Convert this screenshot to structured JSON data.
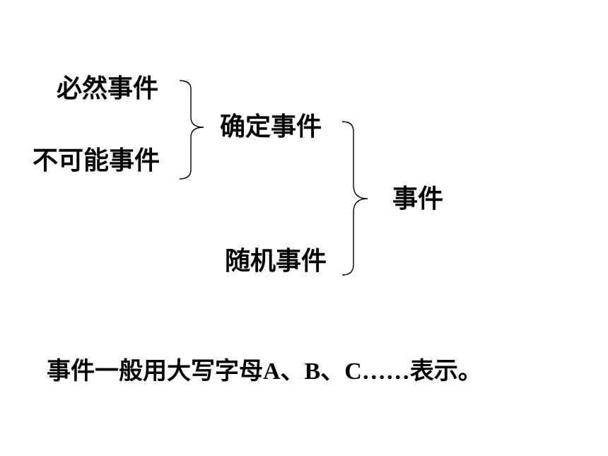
{
  "diagram": {
    "leaf_certain": "必然事件",
    "leaf_impossible": "不可能事件",
    "group_determined": "确定事件",
    "leaf_random": "随机事件",
    "root_event": "事件"
  },
  "note": {
    "prefix": "事件一般用大写字母",
    "letters": "A、B、C……",
    "suffix": "表示。"
  }
}
